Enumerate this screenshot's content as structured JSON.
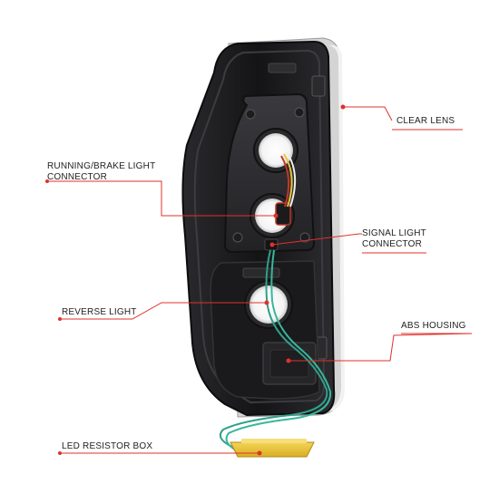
{
  "labels": {
    "clear_lens": "CLEAR LENS",
    "running_brake_line1": "RUNNING/BRAKE LIGHT",
    "running_brake_line2": "CONNECTOR",
    "signal_line1": "SIGNAL LIGHT",
    "signal_line2": "CONNECTOR",
    "reverse_light": "REVERSE LIGHT",
    "abs_housing": "ABS HOUSING",
    "led_resistor_box": "LED RESISTOR BOX"
  },
  "colors": {
    "leader": "#e0312b",
    "housing": "#1a1a1c",
    "lens_chrome": "#c9c9c9",
    "wire": "#2fa08a",
    "resistor": "#e8c53a"
  }
}
